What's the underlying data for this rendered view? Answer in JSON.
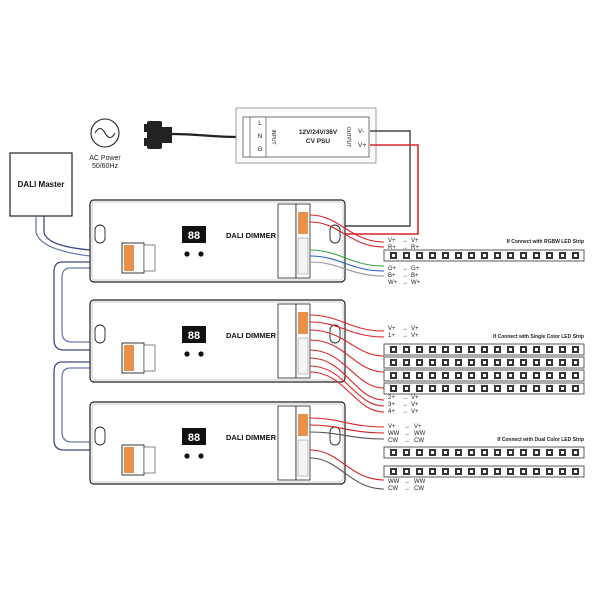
{
  "dali_master": {
    "label": "DALI Master"
  },
  "ac_power": {
    "label": "AC Power",
    "freq": "50/60Hz"
  },
  "psu": {
    "title": "12V/24V/36V",
    "subtitle": "CV PSU",
    "input_label": "INPUT",
    "input_pins": [
      "L",
      "N",
      "G"
    ],
    "output_label": "OUTPUT",
    "output_pins": [
      "V-",
      "V+"
    ]
  },
  "dimmers": [
    {
      "label": "DALI DIMMER",
      "display": "88"
    },
    {
      "label": "DALI DIMMER",
      "display": "88"
    },
    {
      "label": "DALI DIMMER",
      "display": "88"
    }
  ],
  "strips": {
    "rgbw": {
      "title": "If Connect with RGBW LED Strip",
      "top_left": [
        "V+",
        "R+"
      ],
      "top_right": [
        "V+",
        "R+"
      ],
      "bottom_left": [
        "G+",
        "B+",
        "W+"
      ],
      "bottom_right": [
        "G+",
        "B+",
        "W+"
      ]
    },
    "single": {
      "title": "If Connect with Single Color LED Strip",
      "top_left": [
        "V+",
        "1+"
      ],
      "top_right": [
        "V+",
        "V+"
      ],
      "bottom_left": [
        "2+",
        "3+",
        "4+"
      ],
      "bottom_right": [
        "V+",
        "V+",
        "V+"
      ]
    },
    "dual": {
      "title": "If Connect with Dual Color LED Strip",
      "top_left": [
        "V+",
        "WW",
        "CW"
      ],
      "top_right": [
        "V+",
        "WW",
        "CW"
      ],
      "bottom_left": [
        "WW",
        "CW"
      ],
      "bottom_right": [
        "WW",
        "CW"
      ]
    }
  },
  "colors": {
    "dali_wire": "#3a4a8c",
    "red_wire": "#d9262a",
    "terminal_orange": "#e8914a",
    "led_chip": "#333333"
  }
}
